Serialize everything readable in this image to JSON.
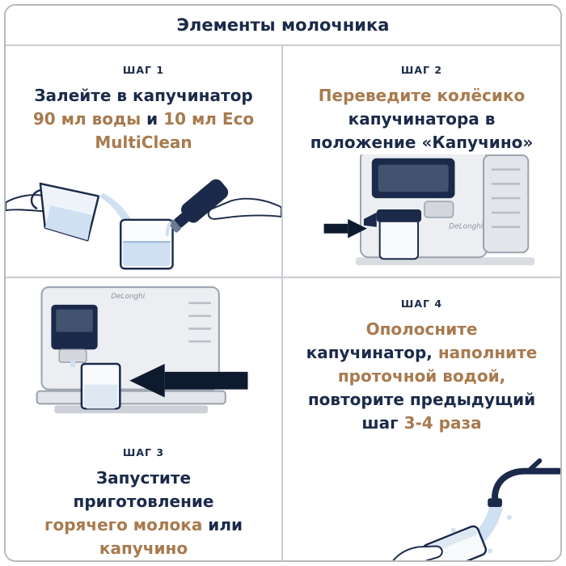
{
  "title": "Элементы молочника",
  "brand": "DeLonghi",
  "colors": {
    "navy": "#1b2a4a",
    "accent": "#a87a4e",
    "line": "#c9ccd1",
    "water": "#cfe0f3",
    "frame": "#b7babf"
  },
  "steps": [
    {
      "label": "ШАГ 1",
      "illustration": "hands-pouring-water-jug-and-eco-multiclean-bottle-into-frother-container",
      "heading_parts": [
        {
          "text": "Залейте в капучинатор ",
          "color": "navy"
        },
        {
          "text": "90 мл воды",
          "color": "accent"
        },
        {
          "text": " и ",
          "color": "navy"
        },
        {
          "text": "10 мл Eco MultiClean",
          "color": "accent"
        }
      ]
    },
    {
      "label": "ШАГ 2",
      "illustration": "coffee-machine-with-arrow-pointing-to-frother-knob-on-milk-carafe",
      "heading_parts": [
        {
          "text": "Переведите колёсико",
          "color": "accent"
        },
        {
          "text": " капучинатора в положение «Капучино»",
          "color": "navy"
        }
      ]
    },
    {
      "label": "ШАГ 3",
      "illustration": "coffee-machine-with-big-arrow-pointing-to-glass",
      "heading_parts": [
        {
          "text": "Запустите приготовление ",
          "color": "navy"
        },
        {
          "text": "горячего молока",
          "color": "accent"
        },
        {
          "text": " или ",
          "color": "navy"
        },
        {
          "text": "капучино",
          "color": "accent"
        }
      ]
    },
    {
      "label": "ШАГ 4",
      "illustration": "hand-rinsing-frother-under-tap-water",
      "heading_parts": [
        {
          "text": "Ополосните",
          "color": "accent"
        },
        {
          "text": " капучинатор, ",
          "color": "navy"
        },
        {
          "text": "наполните проточной водой,",
          "color": "accent"
        },
        {
          "text": " повторите предыдущий шаг ",
          "color": "navy"
        },
        {
          "text": "3-4 раза",
          "color": "accent"
        }
      ]
    }
  ]
}
